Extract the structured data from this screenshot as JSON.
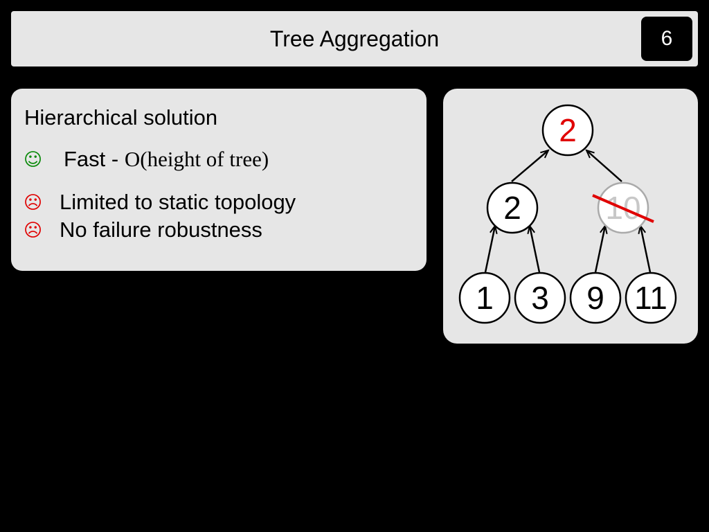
{
  "header": {
    "title": "Tree Aggregation",
    "page_number": "6"
  },
  "left_panel": {
    "heading": "Hierarchical solution",
    "pros": [
      {
        "icon": "smile-icon",
        "label": "Fast",
        "separator": " - ",
        "formula": "O(height of tree)",
        "color": "#0a8a0a"
      }
    ],
    "cons": [
      {
        "icon": "frown-icon",
        "label": "Limited to static topology",
        "color": "#e00000"
      },
      {
        "icon": "frown-icon",
        "label": "No failure robustness",
        "color": "#e00000"
      }
    ]
  },
  "tree": {
    "root": {
      "label": "2",
      "color": "#e00000"
    },
    "internal": [
      {
        "label": "2",
        "failed": false
      },
      {
        "label": "10",
        "failed": true
      }
    ],
    "leaves": [
      {
        "label": "1"
      },
      {
        "label": "3"
      },
      {
        "label": "9"
      },
      {
        "label": "11"
      }
    ],
    "colors": {
      "strike": "#e00000",
      "failed_text": "#c8c8c8",
      "failed_border": "#aaaaaa"
    }
  }
}
